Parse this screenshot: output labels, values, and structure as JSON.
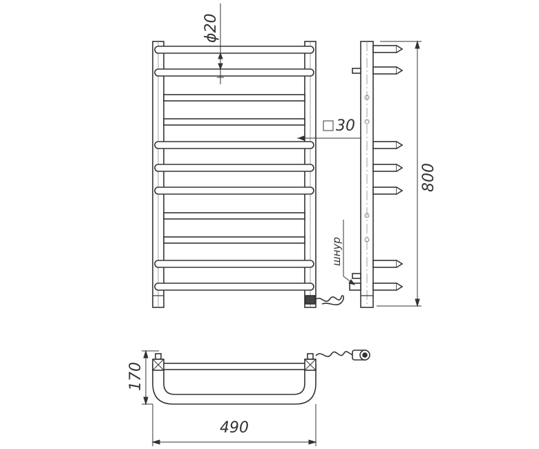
{
  "dimensions": {
    "tube_diameter": "ϕ20",
    "riser_section": "30",
    "height": "800",
    "depth": "170",
    "width": "490"
  },
  "annotations": {
    "cord": "шнур"
  },
  "colors": {
    "line": "#333333",
    "thin": "#555555",
    "fill": "#ffffff"
  }
}
